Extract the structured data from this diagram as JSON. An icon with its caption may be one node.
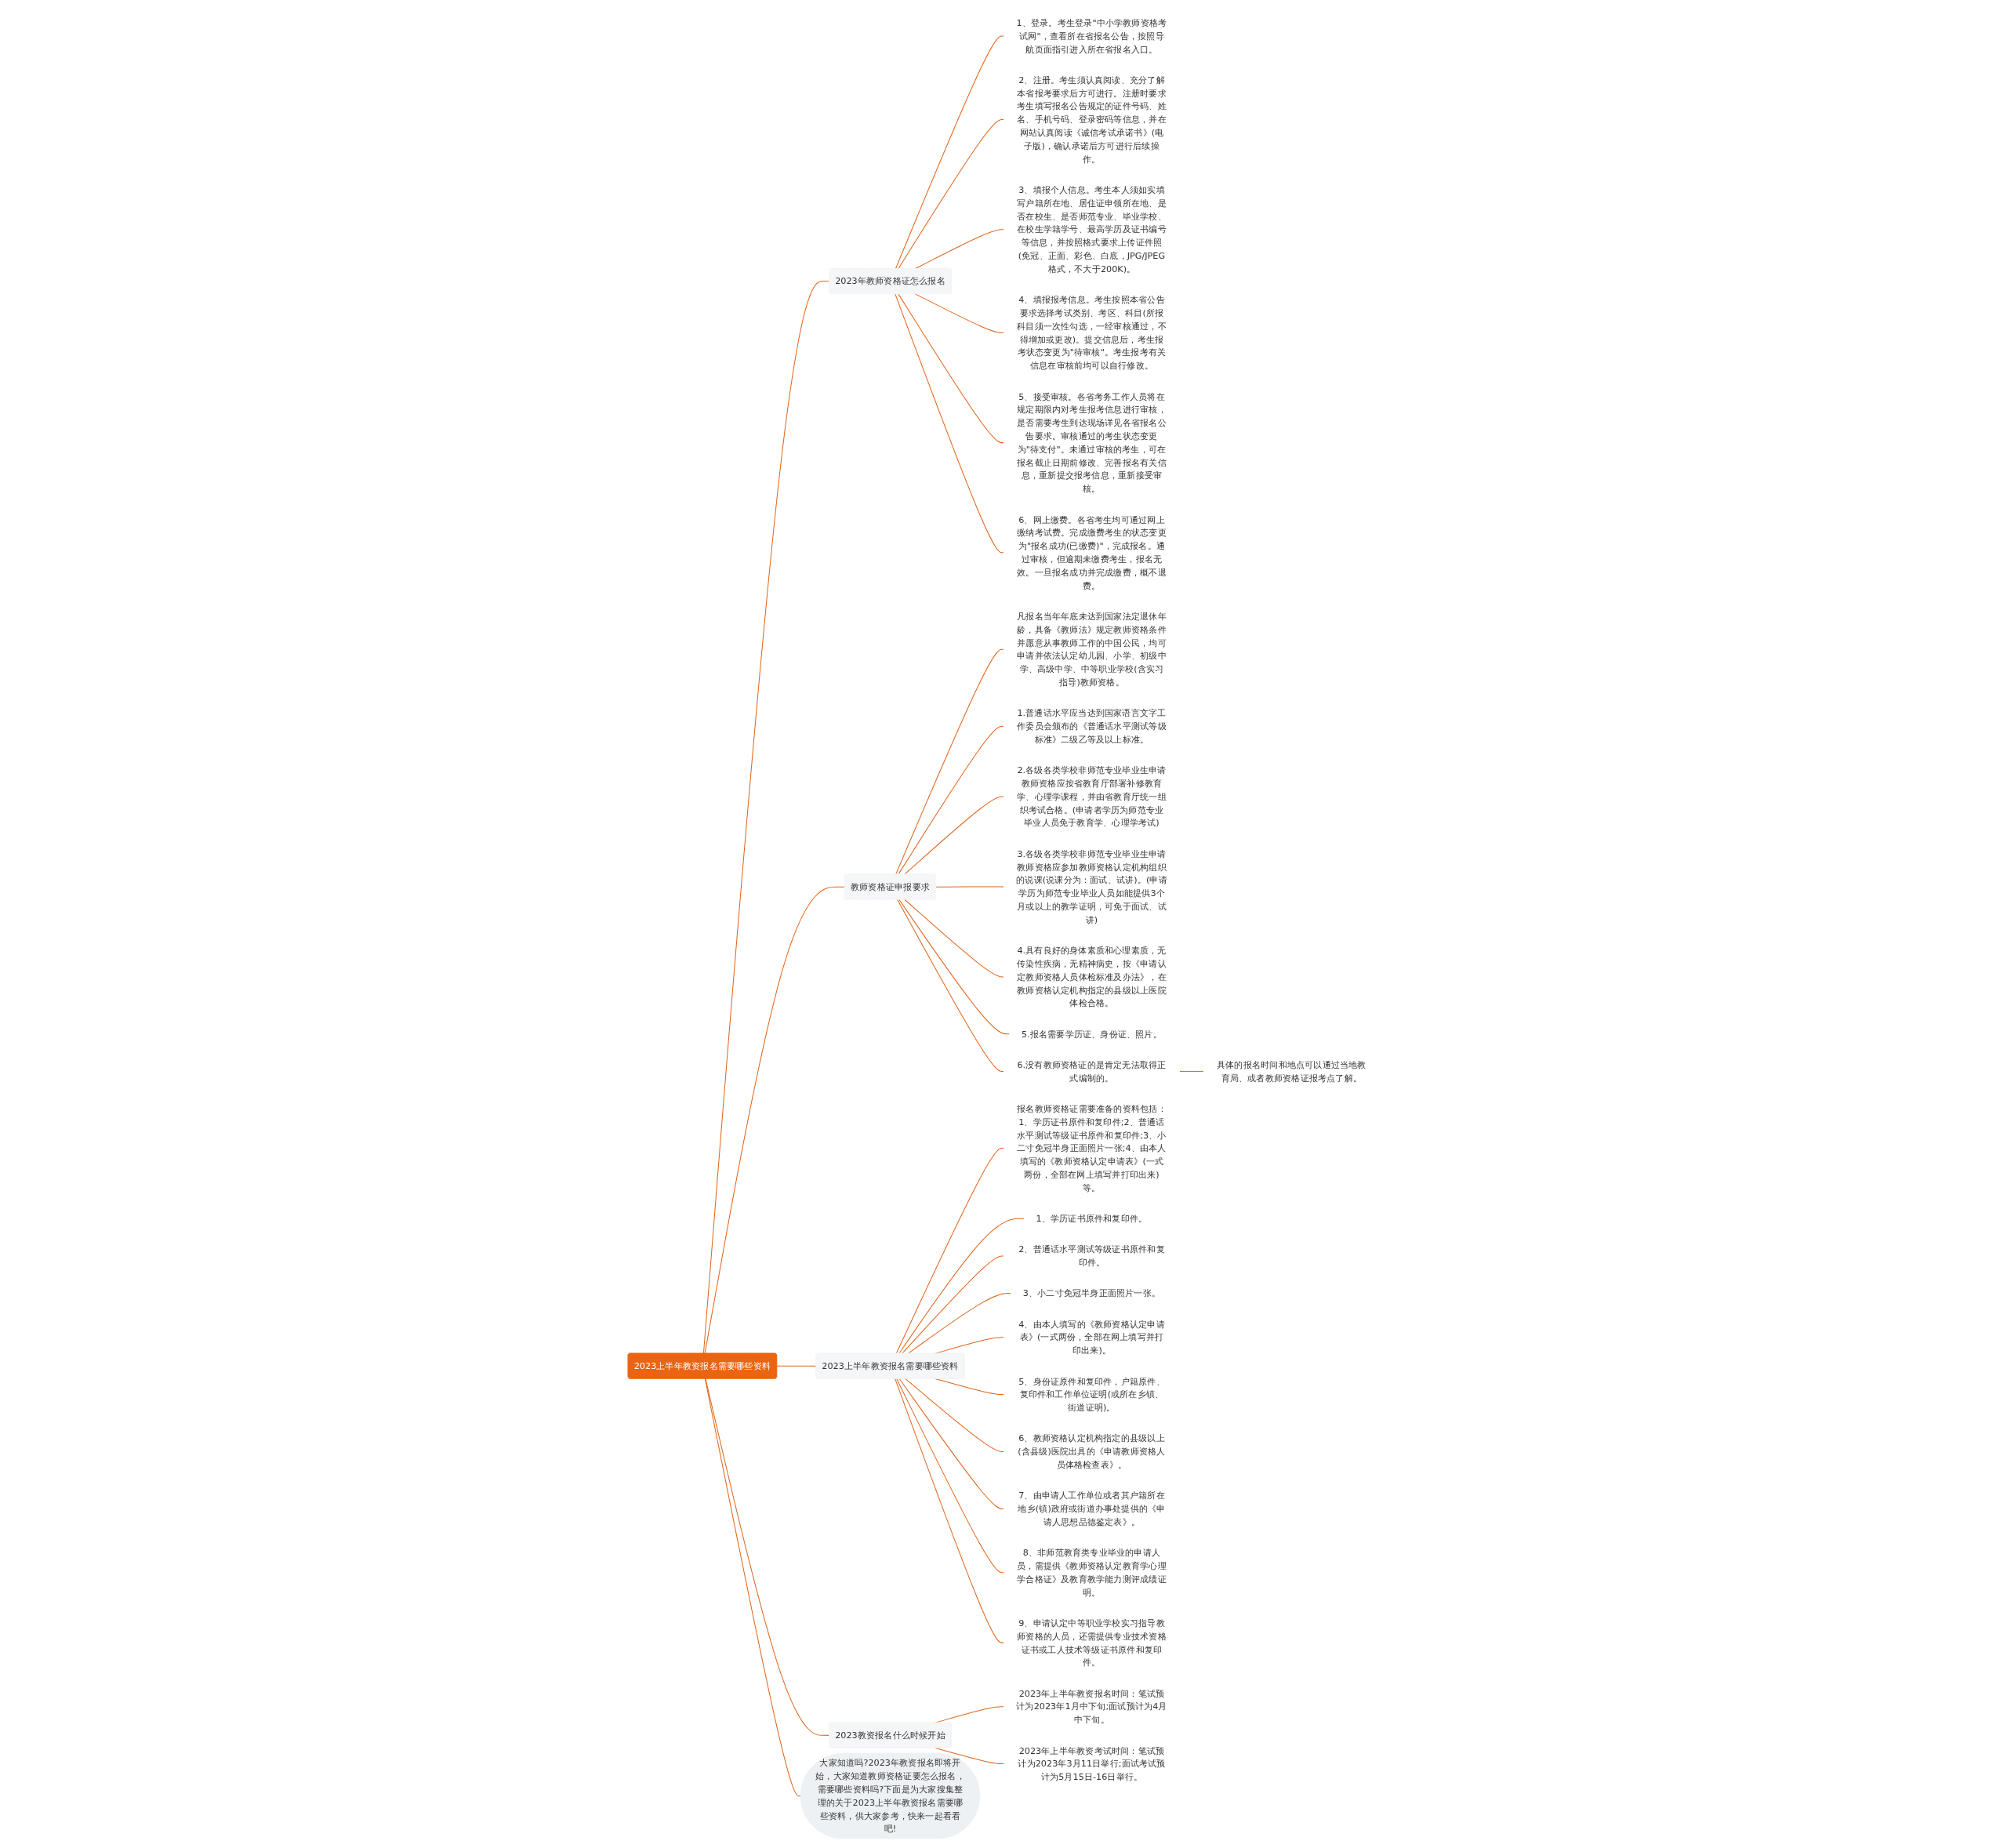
{
  "diagram": {
    "nodes": [
      {
        "text": [
          "2023上半年教资报名需要哪些资料"
        ]
      },
      {
        "text": [
          "大家知道吗?2023年教资报名即将开始，大家知道教师资格证要怎么报名，需要哪些资料吗?下面是为大家搜集整理的关于2023上半年教资报名需要哪些资料，供大家参考，快来一起看看吧!"
        ]
      },
      {
        "text": [
          "2023年教师资格证怎么报名"
        ]
      },
      {
        "text": [
          "1、登录。考生登录\"中小学教师资格考试网\"，查看所在省报名公告，按照导航页面指引进入所在省报名入口。"
        ]
      },
      {
        "text": [
          "2、注册。考生须认真阅读、充分了解本省报考要求后方可进行。注册时要求考生填写报名公告规定的证件号码、姓名、手机号码、登录密码等信息，并在网站认真阅读《诚信考试承诺书》(电子版)，确认承诺后方可进行后续操作。"
        ]
      },
      {
        "text": [
          "3、填报个人信息。考生本人须如实填写户籍所在地、居住证申领所在地、是否在校生、是否师范专业、毕业学校、在校生学籍学号、最高学历及证书编号等信息，并按照格式要求上传证件照(免冠、正面、彩色、白底，JPG/JPEG格式，不大于200K)。"
        ]
      },
      {
        "text": [
          "4、填报报考信息。考生按照本省公告要求选择考试类别、考区、科目(所报科目须一次性勾选，一经审核通过，不得增加或更改)。提交信息后，考生报考状态变更为\"待审核\"。考生报考有关信息在审核前均可以自行修改。"
        ]
      },
      {
        "text": [
          "5、接受审核。各省考务工作人员将在规定期限内对考生报考信息进行审核，是否需要考生到达现场详见各省报名公告要求。审核通过的考生状态变更为\"待支付\"。未通过审核的考生，可在报名截止日期前修改、完善报名有关信息，重新提交报考信息，重新接受审核。"
        ]
      },
      {
        "text": [
          "6、网上缴费。各省考生均可通过网上缴纳考试费。完成缴费考生的状态变更为\"报名成功(已缴费)\"，完成报名。通过审核，但逾期未缴费考生，报名无效。一旦报名成功并完成缴费，概不退费。"
        ]
      },
      {
        "text": [
          "教师资格证申报要求"
        ]
      },
      {
        "text": [
          "凡报名当年年底未达到国家法定退休年龄，具备《教师法》规定教师资格条件并愿意从事教师工作的中国公民，均可申请并依法认定幼儿园、小学、初级中学、高级中学、中等职业学校(含实习指导)教师资格。"
        ]
      },
      {
        "text": [
          "1.普通话水平应当达到国家语言文字工作委员会颁布的《普通话水平测试等级标准》二级乙等及以上标准。"
        ]
      },
      {
        "text": [
          "2.各级各类学校非师范专业毕业生申请教师资格应按省教育厅部署补修教育学、心理学课程，并由省教育厅统一组织考试合格。(申请者学历为师范专业毕业人员免于教育学、心理学考试)"
        ]
      },
      {
        "text": [
          "3.各级各类学校非师范专业毕业生申请教师资格应参加教师资格认定机构组织的说课(说课分为：面试、试讲)。(申请学历为师范专业毕业人员如能提供3个月或以上的教学证明，可免于面试、试讲)"
        ]
      },
      {
        "text": [
          "4.具有良好的身体素质和心理素质，无传染性疾病，无精神病史，按《申请认定教师资格人员体检标准及办法》，在教师资格认定机构指定的县级以上医院体检合格。"
        ]
      },
      {
        "text": [
          "5.报名需要学历证、身份证、照片。"
        ]
      },
      {
        "text": [
          "6.没有教师资格证的是肯定无法取得正式编制的。"
        ]
      },
      {
        "text": [
          "具体的报名时间和地点可以通过当地教育局、或者教师资格证报考点了解。"
        ]
      },
      {
        "text": [
          "2023上半年教资报名需要哪些资料"
        ]
      },
      {
        "text": [
          "报名教师资格证需要准备的资料包括：1、学历证书原件和复印件;2、普通话水平测试等级证书原件和复印件;3、小二寸免冠半身正面照片一张;4、由本人填写的《教师资格认定申请表》(一式两份，全部在网上填写并打印出来)等。"
        ]
      },
      {
        "text": [
          "1、学历证书原件和复印件。"
        ]
      },
      {
        "text": [
          "2、普通话水平测试等级证书原件和复印件。"
        ]
      },
      {
        "text": [
          "3、小二寸免冠半身正面照片一张。"
        ]
      },
      {
        "text": [
          "4、由本人填写的《教师资格认定申请表》(一式两份，全部在网上填写并打印出来)。"
        ]
      },
      {
        "text": [
          "5、身份证原件和复印件，户籍原件、复印件和工作单位证明(或所在乡镇、街道证明)。"
        ]
      },
      {
        "text": [
          "6、教师资格认定机构指定的县级以上(含县级)医院出具的《申请教师资格人员体格检查表》。"
        ]
      },
      {
        "text": [
          "7、由申请人工作单位或者其户籍所在地乡(镇)政府或街道办事处提供的《申请人思想品德鉴定表》。"
        ]
      },
      {
        "text": [
          "8、非师范教育类专业毕业的申请人员，需提供《教师资格认定教育学心理学合格证》及教育教学能力测评成绩证明。"
        ]
      },
      {
        "text": [
          "9、申请认定中等职业学校实习指导教师资格的人员，还需提供专业技术资格证书或工人技术等级证书原件和复印件。"
        ]
      },
      {
        "text": [
          "2023教资报名什么时候开始"
        ]
      },
      {
        "text": [
          "2023年上半年教资报名时间：笔试预计为2023年1月中下旬;面试预计为4月中下旬。"
        ]
      },
      {
        "text": [
          "2023年上半年教资考试时间：笔试预计为2023年3月11日举行;面试考试预计为5月15日-16日举行。"
        ]
      }
    ],
    "edges": [
      {
        "from": 0,
        "to": 1,
        "arrow": "none"
      },
      {
        "from": 0,
        "to": 2,
        "arrow": "none"
      },
      {
        "from": 2,
        "to": 3,
        "arrow": "none"
      },
      {
        "from": 2,
        "to": 4,
        "arrow": "none"
      },
      {
        "from": 2,
        "to": 5,
        "arrow": "none"
      },
      {
        "from": 2,
        "to": 6,
        "arrow": "none"
      },
      {
        "from": 2,
        "to": 7,
        "arrow": "none"
      },
      {
        "from": 2,
        "to": 8,
        "arrow": "none"
      },
      {
        "from": 0,
        "to": 9,
        "arrow": "none"
      },
      {
        "from": 9,
        "to": 10,
        "arrow": "none"
      },
      {
        "from": 9,
        "to": 11,
        "arrow": "none"
      },
      {
        "from": 9,
        "to": 12,
        "arrow": "none"
      },
      {
        "from": 9,
        "to": 13,
        "arrow": "none"
      },
      {
        "from": 9,
        "to": 14,
        "arrow": "none"
      },
      {
        "from": 9,
        "to": 15,
        "arrow": "none"
      },
      {
        "from": 9,
        "to": 16,
        "arrow": "none"
      },
      {
        "from": 16,
        "to": 17,
        "arrow": "none"
      },
      {
        "from": 0,
        "to": 18,
        "arrow": "none"
      },
      {
        "from": 18,
        "to": 19,
        "arrow": "none"
      },
      {
        "from": 18,
        "to": 20,
        "arrow": "none"
      },
      {
        "from": 18,
        "to": 21,
        "arrow": "none"
      },
      {
        "from": 18,
        "to": 22,
        "arrow": "none"
      },
      {
        "from": 18,
        "to": 23,
        "arrow": "none"
      },
      {
        "from": 18,
        "to": 24,
        "arrow": "none"
      },
      {
        "from": 18,
        "to": 25,
        "arrow": "none"
      },
      {
        "from": 18,
        "to": 26,
        "arrow": "none"
      },
      {
        "from": 18,
        "to": 27,
        "arrow": "none"
      },
      {
        "from": 18,
        "to": 28,
        "arrow": "none"
      },
      {
        "from": 0,
        "to": 29,
        "arrow": "none"
      },
      {
        "from": 29,
        "to": 30,
        "arrow": "none"
      },
      {
        "from": 29,
        "to": 31,
        "arrow": "none"
      }
    ]
  }
}
